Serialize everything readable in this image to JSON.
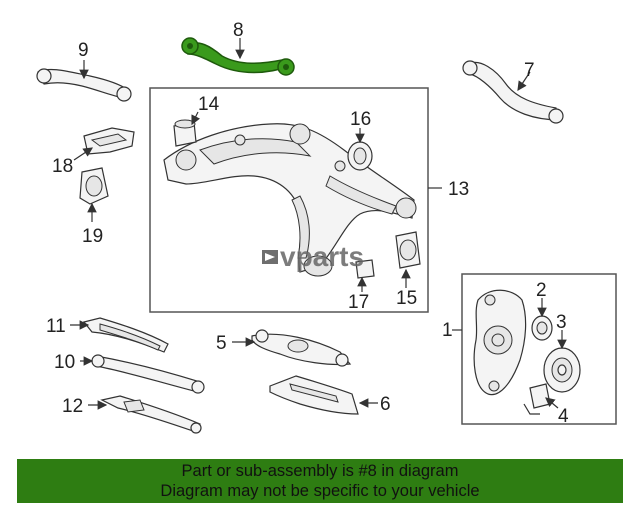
{
  "callouts": {
    "c1": "1",
    "c2": "2",
    "c3": "3",
    "c4": "4",
    "c5": "5",
    "c6": "6",
    "c7": "7",
    "c8": "8",
    "c9": "9",
    "c10": "10",
    "c11": "11",
    "c12": "12",
    "c13": "13",
    "c14": "14",
    "c15": "15",
    "c16": "16",
    "c17": "17",
    "c18": "18",
    "c19": "19"
  },
  "watermark": {
    "text": "vparts"
  },
  "banner": {
    "line1": "Part or sub-assembly is #8 in diagram",
    "line2": "Diagram may not be specific to your vehicle"
  },
  "colors": {
    "highlight": "#3a9a1c",
    "banner": "#2e7d12"
  }
}
